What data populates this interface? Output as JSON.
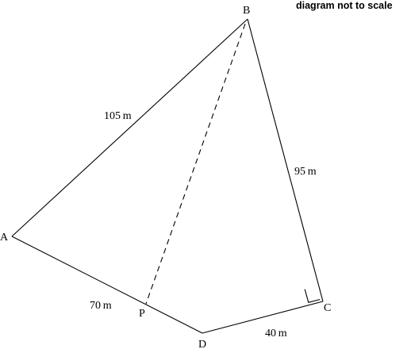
{
  "note": "diagram not to scale",
  "vertices": {
    "A": "A",
    "B": "B",
    "C": "C",
    "D": "D",
    "P": "P"
  },
  "lengths": {
    "AB": "105 m",
    "BC": "95 m",
    "CD": "40 m",
    "AP": "70 m"
  }
}
